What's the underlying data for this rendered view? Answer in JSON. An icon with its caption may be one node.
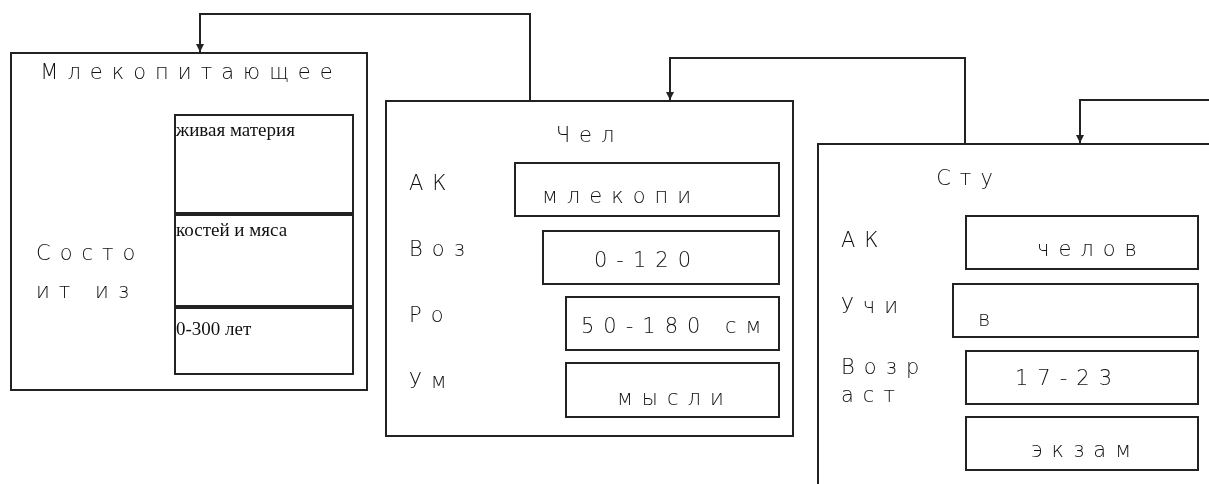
{
  "diagram": {
    "nodes": [
      {
        "text": [
          "Млекопитающее",
          "Состоит из"
        ]
      },
      {
        "text": [
          "живая материя"
        ],
        "in": 0
      },
      {
        "text": [
          "костей и мяса"
        ],
        "in": 0
      },
      {
        "text": [
          "0-300 лет"
        ],
        "in": 0
      },
      {
        "text": [
          "Чел",
          "АК",
          "Воз",
          "Ро",
          "Ум"
        ]
      },
      {
        "text": [
          "млекопи"
        ],
        "in": 4
      },
      {
        "text": [
          "0-120"
        ],
        "in": 4
      },
      {
        "text": [
          "50-180 см"
        ],
        "in": 4
      },
      {
        "text": [
          "мысли"
        ],
        "in": 4
      },
      {
        "text": [
          "Сту",
          "АК",
          "Учи",
          "Возраст"
        ]
      },
      {
        "text": [
          "челов"
        ],
        "in": 9
      },
      {
        "text": [
          "в"
        ],
        "in": 9
      },
      {
        "text": [
          "17-23"
        ],
        "in": 9
      },
      {
        "text": [
          "экзам"
        ],
        "in": 9
      }
    ],
    "edges": [
      {
        "from": 4,
        "to": 0,
        "arrow": "to"
      },
      {
        "from": 9,
        "to": 4,
        "arrow": "to"
      },
      {
        "from": null,
        "to": 9,
        "arrow": "to"
      }
    ]
  }
}
